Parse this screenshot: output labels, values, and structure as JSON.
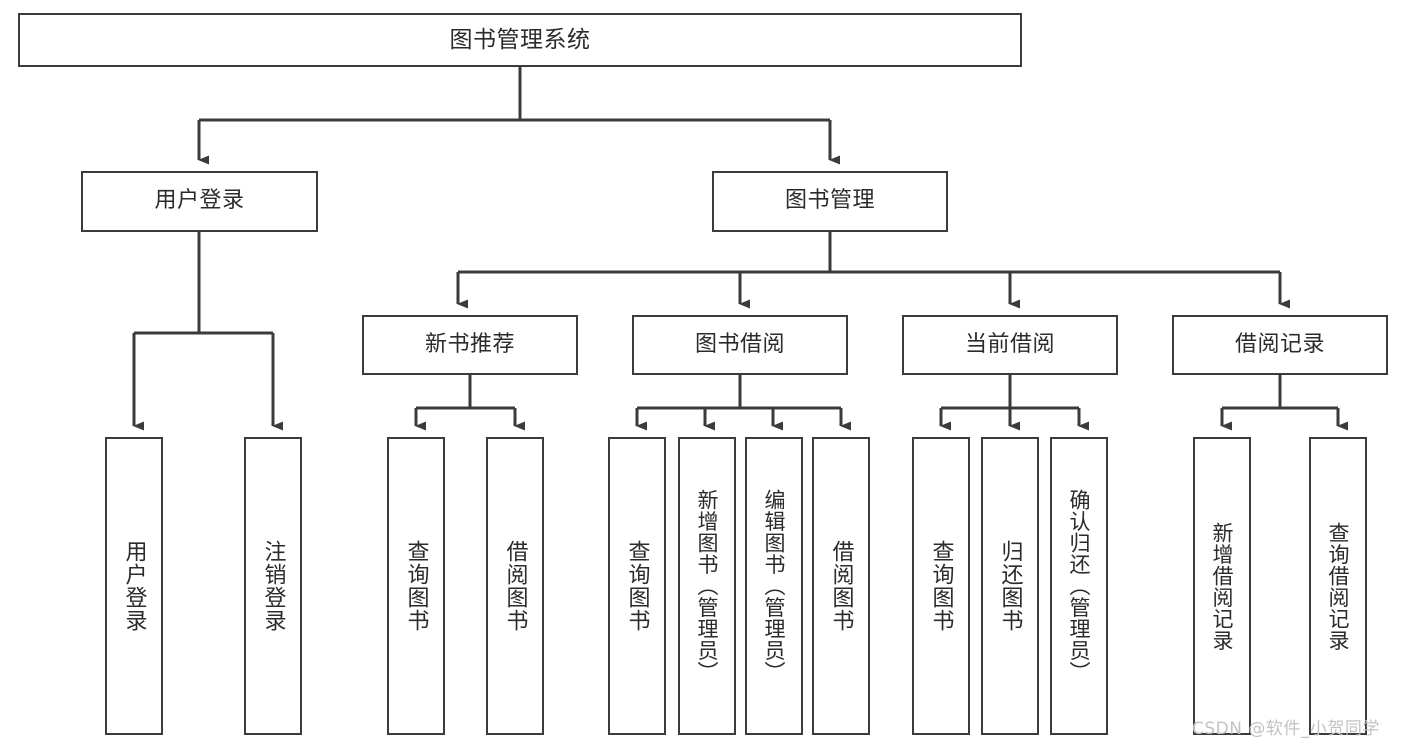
{
  "diagram": {
    "type": "tree-hierarchy",
    "title": "图书管理系统",
    "orientation": "top-down",
    "style": {
      "box_border_color": "#3b3b3b",
      "box_fill_color": "#ffffff",
      "connector_color": "#3b3b3b",
      "text_color": "#2b2b2b",
      "background": "#ffffff"
    },
    "nodes": {
      "root": {
        "label": "图书管理系统",
        "text_direction": "horizontal"
      },
      "level2": [
        {
          "label": "用户登录",
          "text_direction": "horizontal"
        },
        {
          "label": "图书管理",
          "text_direction": "horizontal"
        }
      ],
      "level3": [
        {
          "label": "新书推荐",
          "text_direction": "horizontal"
        },
        {
          "label": "图书借阅",
          "text_direction": "horizontal"
        },
        {
          "label": "当前借阅",
          "text_direction": "horizontal"
        },
        {
          "label": "借阅记录",
          "text_direction": "horizontal"
        }
      ],
      "leaves_user_login": [
        {
          "label": "用户登录",
          "text_direction": "vertical"
        },
        {
          "label": "注销登录",
          "text_direction": "vertical"
        }
      ],
      "leaves_new_book": [
        {
          "label": "查询图书",
          "text_direction": "vertical"
        },
        {
          "label": "借阅图书",
          "text_direction": "vertical"
        }
      ],
      "leaves_book_borrow": [
        {
          "label": "查询图书",
          "text_direction": "vertical"
        },
        {
          "label": "新增图书（管理员）",
          "text_direction": "vertical"
        },
        {
          "label": "编辑图书（管理员）",
          "text_direction": "vertical"
        },
        {
          "label": "借阅图书",
          "text_direction": "vertical"
        }
      ],
      "leaves_current_borrow": [
        {
          "label": "查询图书",
          "text_direction": "vertical"
        },
        {
          "label": "归还图书",
          "text_direction": "vertical"
        },
        {
          "label": "确认归还（管理员）",
          "text_direction": "vertical"
        }
      ],
      "leaves_borrow_record": [
        {
          "label": "新增借阅记录",
          "text_direction": "vertical"
        },
        {
          "label": "查询借阅记录",
          "text_direction": "vertical"
        }
      ]
    },
    "watermark": "CSDN @软件_小贺同学"
  }
}
